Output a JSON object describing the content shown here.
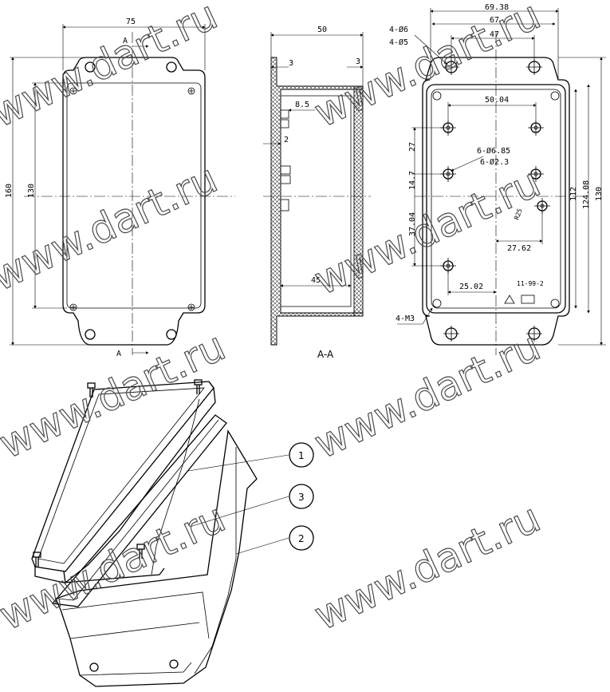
{
  "front_view": {
    "width_dim": "75",
    "height_dim": "160",
    "inner_height_dim": "130",
    "section_label_top": "A",
    "section_label_bottom": "A"
  },
  "section_view": {
    "depth_dim": "50",
    "wall_left_dim": "3",
    "wall_right_dim": "3",
    "boss_dim": "8.5",
    "step_dim": "2",
    "inner_depth_dim": "45",
    "caption": "A-A"
  },
  "back_view": {
    "overall_width_dim": "69.38",
    "hole_spacing_dim": "67",
    "inner_spacing_dim": "47",
    "hole_a_label": "4-Ø6",
    "hole_b_label": "4-Ø5",
    "boss_spacing_dim": "50.04",
    "boss_a_label": "6-Ø6.85",
    "boss_b_label": "6-Ø2.3",
    "v_dim_1": "27",
    "v_dim_2": "14.7",
    "v_dim_3": "37.04",
    "offset_dim": "27.62",
    "bottom_dim": "25.02",
    "radius_label": "R25",
    "screw_label": "4-M3",
    "height_dim_1": "112",
    "height_dim_2": "124.08",
    "height_dim_3": "130",
    "part_code": "11-99-2"
  },
  "exploded_view": {
    "callouts": [
      "1",
      "3",
      "2"
    ]
  },
  "watermark": {
    "text": "www.dart.ru"
  }
}
